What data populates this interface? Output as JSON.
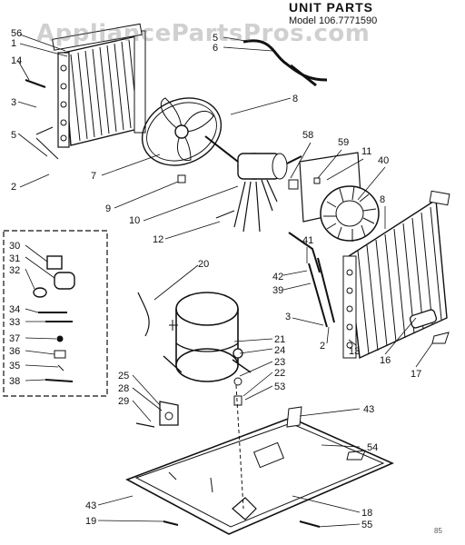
{
  "title": "UNIT PARTS",
  "model": "Model 106.7771590",
  "watermark": "AppliancePartsPros.com",
  "corner_mark": "85",
  "part_labels": [
    "56",
    "1",
    "14",
    "3",
    "5",
    "2",
    "5",
    "6",
    "8",
    "7",
    "9",
    "10",
    "12",
    "58",
    "59",
    "11",
    "40",
    "8",
    "41",
    "42",
    "39",
    "3",
    "2",
    "13",
    "16",
    "17",
    "20",
    "21",
    "24",
    "23",
    "22",
    "53",
    "43",
    "54",
    "18",
    "55",
    "43",
    "19",
    "25",
    "28",
    "29",
    "30",
    "31",
    "32",
    "34",
    "33",
    "37",
    "36",
    "35",
    "38"
  ]
}
